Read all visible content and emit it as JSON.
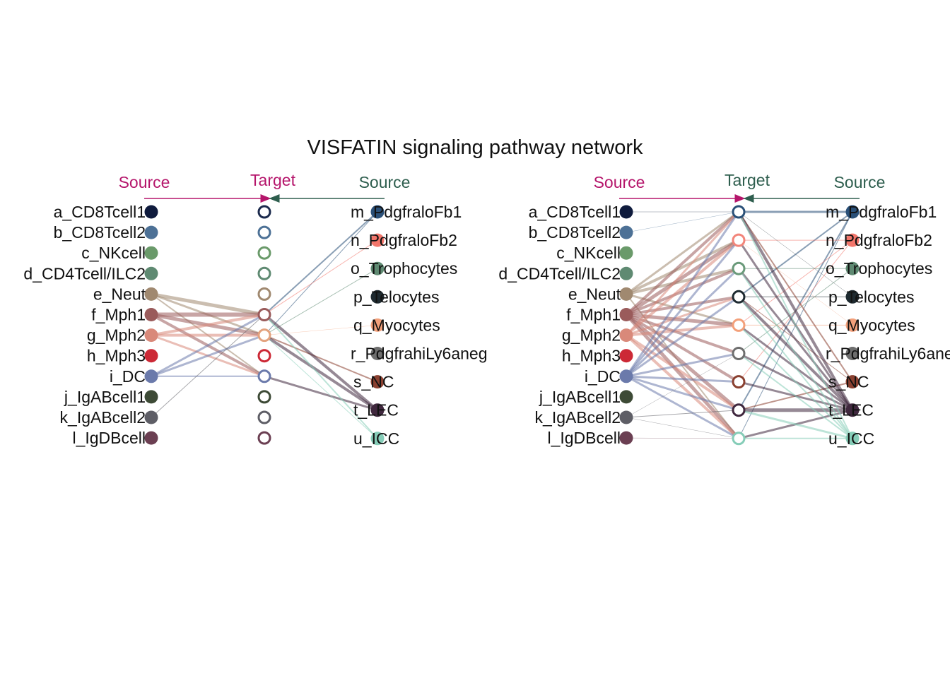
{
  "title": "VISFATIN signaling pathway network",
  "headers": {
    "source": "Source",
    "target": "Target"
  },
  "header_colors": {
    "source_left": "#b5156b",
    "source_right": "#2e5e4e",
    "target": "#b5156b"
  },
  "left_nodes": [
    {
      "id": "a",
      "label": "a_CD8Tcell1",
      "color": "#0f1b3d"
    },
    {
      "id": "b",
      "label": "b_CD8Tcell2",
      "color": "#4d7196"
    },
    {
      "id": "c",
      "label": "c_NKcell",
      "color": "#6a9a6a"
    },
    {
      "id": "d",
      "label": "d_CD4Tcell/ILC2",
      "color": "#5f8a72"
    },
    {
      "id": "e",
      "label": "e_Neut",
      "color": "#a08970"
    },
    {
      "id": "f",
      "label": "f_Mph1",
      "color": "#9a5b5b"
    },
    {
      "id": "g",
      "label": "g_Mph2",
      "color": "#d9897a"
    },
    {
      "id": "h",
      "label": "h_Mph3",
      "color": "#cc2936"
    },
    {
      "id": "i",
      "label": "i_DC",
      "color": "#6b7aab"
    },
    {
      "id": "j",
      "label": "j_IgABcell1",
      "color": "#3d4a36"
    },
    {
      "id": "k",
      "label": "k_IgABcell2",
      "color": "#5e5e66"
    },
    {
      "id": "l",
      "label": "l_IgDBcell",
      "color": "#6b3f52"
    }
  ],
  "target_nodes": [
    {
      "color": "#1b2a4d"
    },
    {
      "color": "#4d7196"
    },
    {
      "color": "#6a9a6a"
    },
    {
      "color": "#5f8a72"
    },
    {
      "color": "#a08970"
    },
    {
      "color": "#9a5b5b"
    },
    {
      "color": "#e3a27e"
    },
    {
      "color": "#cc2936"
    },
    {
      "color": "#6b7aab"
    },
    {
      "color": "#3d4a36"
    },
    {
      "color": "#5e5e66"
    },
    {
      "color": "#6b3f52"
    }
  ],
  "target_nodes_right": [
    {
      "color": "#2a5078"
    },
    {
      "color": "#f2857a"
    },
    {
      "color": "#6a9a7a"
    },
    {
      "color": "#1e2a30"
    },
    {
      "color": "#f3a07a"
    },
    {
      "color": "#6e6e6e"
    },
    {
      "color": "#8a4030"
    },
    {
      "color": "#40283e"
    },
    {
      "color": "#86cdb8"
    }
  ],
  "right_nodes": [
    {
      "id": "m",
      "label": "m_PdgfraloFb1",
      "color": "#2a5078"
    },
    {
      "id": "n",
      "label": "n_PdgfraloFb2",
      "color": "#f2766b"
    },
    {
      "id": "o",
      "label": "o_Trophocytes",
      "color": "#5f8a72"
    },
    {
      "id": "p",
      "label": "p_Telocytes",
      "color": "#1e2a30"
    },
    {
      "id": "q",
      "label": "q_Myocytes",
      "color": "#f3a07a"
    },
    {
      "id": "r",
      "label": "r_PdgfrahiLy6aneg",
      "color": "#6e6e6e"
    },
    {
      "id": "s",
      "label": "s_NC",
      "color": "#8a4030"
    },
    {
      "id": "t",
      "label": "t_LEC",
      "color": "#40283e"
    },
    {
      "id": "u",
      "label": "u_ICC",
      "color": "#86cdb8"
    }
  ],
  "edges_left": [
    {
      "from": "e",
      "to": 5,
      "w": 5
    },
    {
      "from": "e",
      "to": 6,
      "w": 3
    },
    {
      "from": "e",
      "to": 8,
      "w": 2
    },
    {
      "from": "f",
      "to": 5,
      "w": 6
    },
    {
      "from": "f",
      "to": 6,
      "w": 5
    },
    {
      "from": "f",
      "to": 8,
      "w": 4
    },
    {
      "from": "g",
      "to": 5,
      "w": 4
    },
    {
      "from": "g",
      "to": 6,
      "w": 4
    },
    {
      "from": "g",
      "to": 8,
      "w": 3
    },
    {
      "from": "i",
      "to": 5,
      "w": 3
    },
    {
      "from": "i",
      "to": 6,
      "w": 3
    },
    {
      "from": "i",
      "to": 8,
      "w": 2
    },
    {
      "from": "k",
      "to": 5,
      "w": 1
    },
    {
      "from": "m",
      "to": 5,
      "w": 2
    },
    {
      "from": "m",
      "to": 6,
      "w": 1
    },
    {
      "from": "n",
      "to": 5,
      "w": 1
    },
    {
      "from": "o",
      "to": 6,
      "w": 1
    },
    {
      "from": "q",
      "to": 6,
      "w": 0.5
    },
    {
      "from": "s",
      "to": 6,
      "w": 2
    },
    {
      "from": "t",
      "to": 5,
      "w": 4
    },
    {
      "from": "t",
      "to": 6,
      "w": 4
    },
    {
      "from": "t",
      "to": 8,
      "w": 3
    },
    {
      "from": "u",
      "to": 5,
      "w": 2
    },
    {
      "from": "u",
      "to": 6,
      "w": 1
    }
  ],
  "edges_right": [
    {
      "from": "e",
      "to": 0,
      "w": 3
    },
    {
      "from": "e",
      "to": 1,
      "w": 4
    },
    {
      "from": "e",
      "to": 2,
      "w": 4
    },
    {
      "from": "e",
      "to": 4,
      "w": 3
    },
    {
      "from": "e",
      "to": 8,
      "w": 2
    },
    {
      "from": "f",
      "to": 0,
      "w": 4
    },
    {
      "from": "f",
      "to": 1,
      "w": 5
    },
    {
      "from": "f",
      "to": 2,
      "w": 4
    },
    {
      "from": "f",
      "to": 3,
      "w": 4
    },
    {
      "from": "f",
      "to": 4,
      "w": 5
    },
    {
      "from": "f",
      "to": 5,
      "w": 4
    },
    {
      "from": "f",
      "to": 6,
      "w": 4
    },
    {
      "from": "f",
      "to": 7,
      "w": 5
    },
    {
      "from": "f",
      "to": 8,
      "w": 5
    },
    {
      "from": "g",
      "to": 0,
      "w": 3
    },
    {
      "from": "g",
      "to": 1,
      "w": 4
    },
    {
      "from": "g",
      "to": 3,
      "w": 3
    },
    {
      "from": "g",
      "to": 4,
      "w": 4
    },
    {
      "from": "g",
      "to": 7,
      "w": 4
    },
    {
      "from": "g",
      "to": 8,
      "w": 4
    },
    {
      "from": "i",
      "to": 0,
      "w": 3
    },
    {
      "from": "i",
      "to": 1,
      "w": 3
    },
    {
      "from": "i",
      "to": 2,
      "w": 3
    },
    {
      "from": "i",
      "to": 3,
      "w": 3
    },
    {
      "from": "i",
      "to": 5,
      "w": 3
    },
    {
      "from": "i",
      "to": 6,
      "w": 3
    },
    {
      "from": "i",
      "to": 7,
      "w": 3
    },
    {
      "from": "i",
      "to": 8,
      "w": 3
    },
    {
      "from": "a",
      "to": 0,
      "w": 0.5
    },
    {
      "from": "b",
      "to": 0,
      "w": 0.5
    },
    {
      "from": "k",
      "to": 7,
      "w": 1
    },
    {
      "from": "k",
      "to": 8,
      "w": 0.5
    },
    {
      "from": "k",
      "to": 5,
      "w": 0.5
    },
    {
      "from": "l",
      "to": 8,
      "w": 0.5
    },
    {
      "from": "m",
      "to": 0,
      "w": 3
    },
    {
      "from": "m",
      "to": 3,
      "w": 2
    },
    {
      "from": "m",
      "to": 7,
      "w": 2
    },
    {
      "from": "m",
      "to": 8,
      "w": 1
    },
    {
      "from": "n",
      "to": 1,
      "w": 1
    },
    {
      "from": "n",
      "to": 4,
      "w": 1
    },
    {
      "from": "n",
      "to": 6,
      "w": 1
    },
    {
      "from": "o",
      "to": 2,
      "w": 1
    },
    {
      "from": "o",
      "to": 5,
      "w": 1
    },
    {
      "from": "p",
      "to": 3,
      "w": 1
    },
    {
      "from": "p",
      "to": 0,
      "w": 0.5
    },
    {
      "from": "q",
      "to": 4,
      "w": 1
    },
    {
      "from": "q",
      "to": 1,
      "w": 0.5
    },
    {
      "from": "s",
      "to": 0,
      "w": 2
    },
    {
      "from": "s",
      "to": 3,
      "w": 1
    },
    {
      "from": "s",
      "to": 7,
      "w": 2
    },
    {
      "from": "t",
      "to": 0,
      "w": 4
    },
    {
      "from": "t",
      "to": 1,
      "w": 3
    },
    {
      "from": "t",
      "to": 2,
      "w": 3
    },
    {
      "from": "t",
      "to": 3,
      "w": 4
    },
    {
      "from": "t",
      "to": 4,
      "w": 3
    },
    {
      "from": "t",
      "to": 5,
      "w": 3
    },
    {
      "from": "t",
      "to": 6,
      "w": 3
    },
    {
      "from": "t",
      "to": 7,
      "w": 5
    },
    {
      "from": "t",
      "to": 8,
      "w": 3
    },
    {
      "from": "u",
      "to": 0,
      "w": 2
    },
    {
      "from": "u",
      "to": 2,
      "w": 2
    },
    {
      "from": "u",
      "to": 3,
      "w": 2
    },
    {
      "from": "u",
      "to": 4,
      "w": 2
    },
    {
      "from": "u",
      "to": 5,
      "w": 2
    },
    {
      "from": "u",
      "to": 7,
      "w": 3
    },
    {
      "from": "u",
      "to": 8,
      "w": 2
    }
  ]
}
